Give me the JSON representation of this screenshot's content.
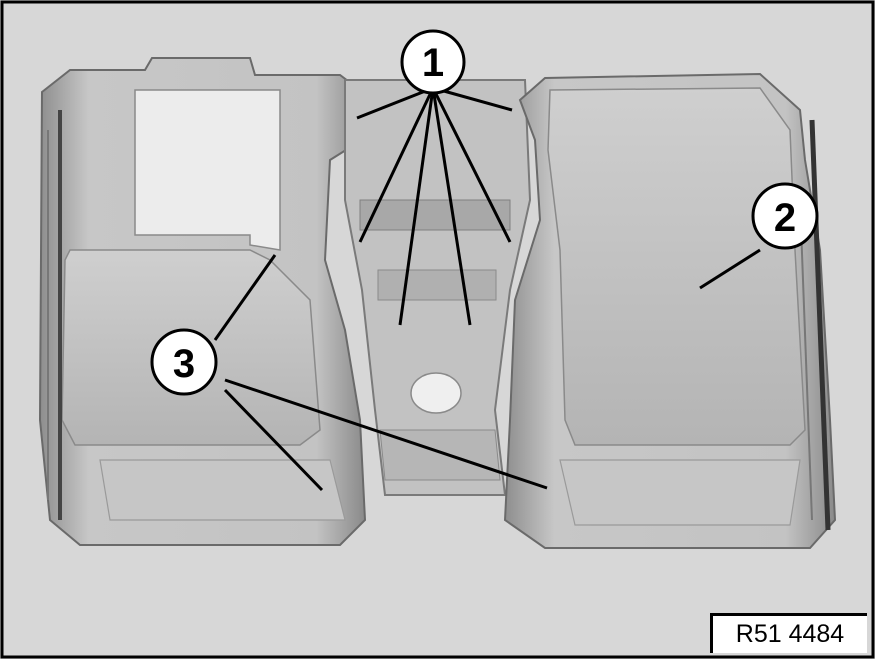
{
  "figure": {
    "code": "R51 4484",
    "callouts": {
      "c1": "1",
      "c2": "2",
      "c3": "3"
    }
  },
  "colors": {
    "background": "#d7d7d7",
    "part_fill": "#b9b9b9",
    "outline": "#000000"
  }
}
